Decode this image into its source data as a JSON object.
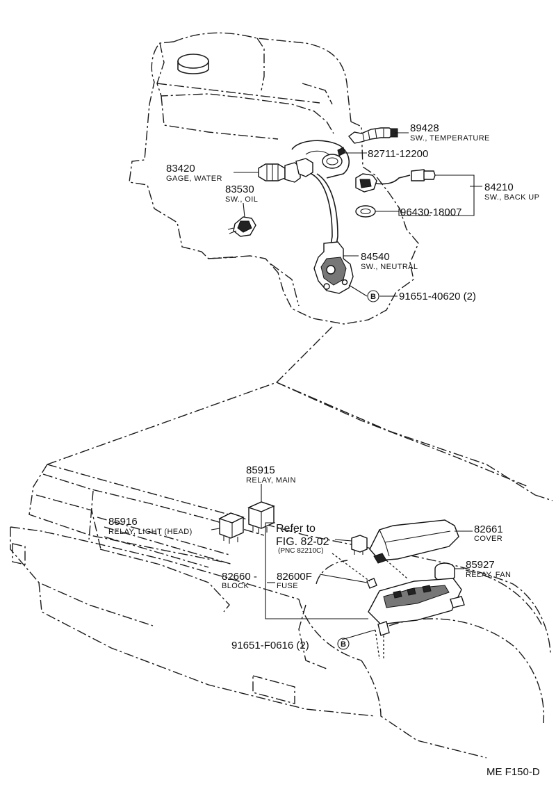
{
  "parts": {
    "p89428": {
      "number": "89428",
      "name": "SW., TEMPERATURE"
    },
    "p82711": {
      "number": "82711-12200"
    },
    "p83420": {
      "number": "83420",
      "name": "GAGE, WATER"
    },
    "p83530": {
      "number": "83530",
      "name": "SW., OIL"
    },
    "p84210": {
      "number": "84210",
      "name": "SW., BACK UP"
    },
    "p96430": {
      "number": "96430-18007"
    },
    "p84540": {
      "number": "84540",
      "name": "SW., NEUTRAL"
    },
    "p91651a": {
      "number": "91651-40620 (2)",
      "marker": "B"
    },
    "p85915": {
      "number": "85915",
      "name": "RELAY, MAIN"
    },
    "p85916": {
      "number": "85916",
      "name": "RELAY, LIGHT (HEAD)"
    },
    "p82661": {
      "number": "82661",
      "name": "COVER"
    },
    "p85927": {
      "number": "85927",
      "name": "RELAY, FAN"
    },
    "p82660": {
      "number": "82660 -",
      "name": "BLOCK"
    },
    "p82600F": {
      "number": "82600F",
      "name": "FUSE"
    },
    "p91651b": {
      "number": "91651-F0616 (2)",
      "marker": "B"
    }
  },
  "refer": {
    "line1": "Refer to",
    "line2": "FIG. 82-02",
    "line3": "(PNC 82210C)"
  },
  "footer": {
    "code": "ME  F150-D"
  }
}
